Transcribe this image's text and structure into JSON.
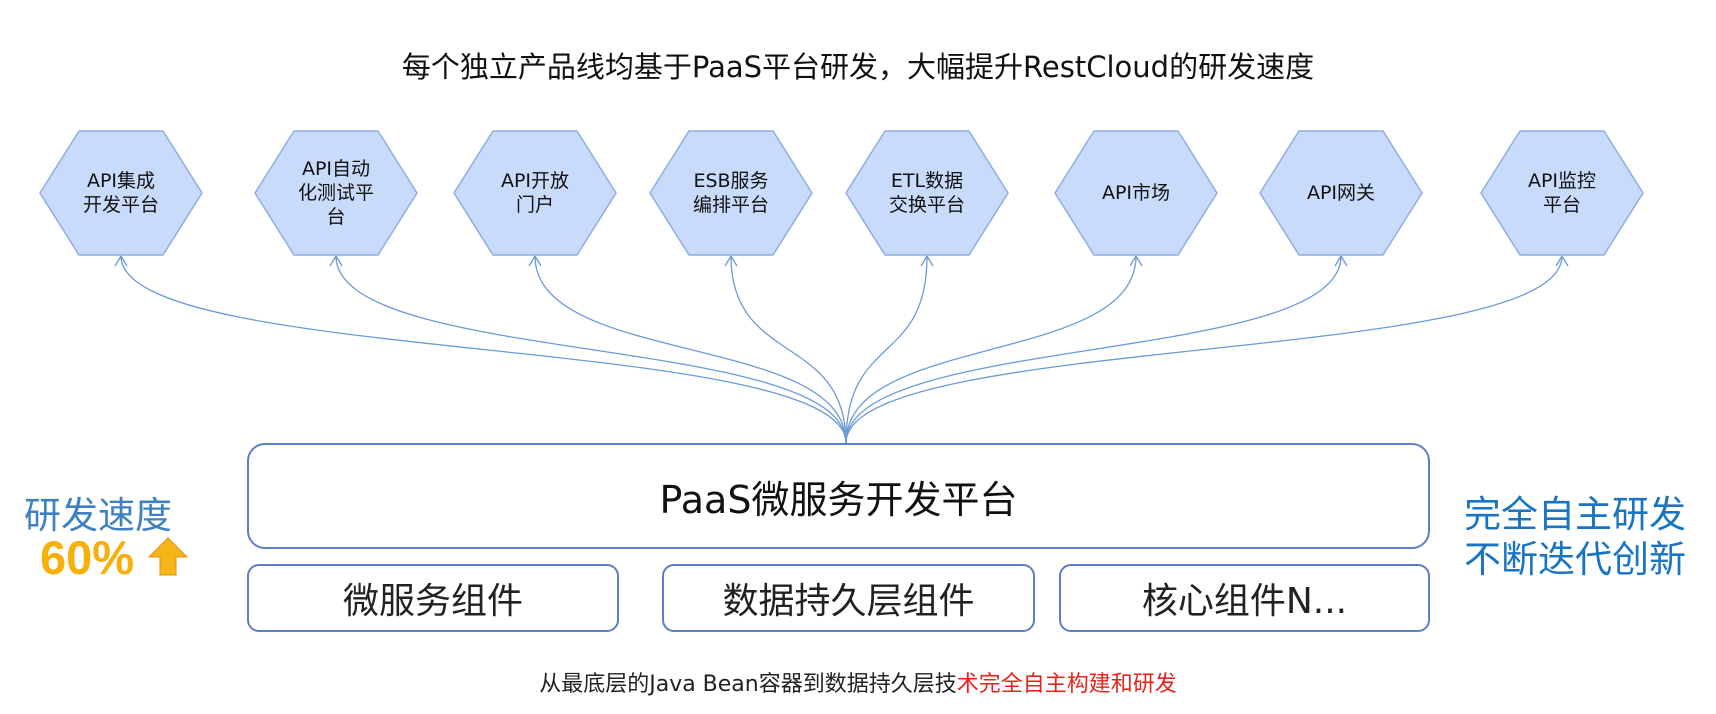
{
  "title": "每个独立产品线均基于PaaS平台研发，大幅提升RestCloud的研发速度",
  "products": [
    {
      "label": "API集成开发平台"
    },
    {
      "label": "API自动化测试平台"
    },
    {
      "label": "API开放门户"
    },
    {
      "label": "ESB服务编排平台"
    },
    {
      "label": "ETL数据交换平台"
    },
    {
      "label": "API市场"
    },
    {
      "label": "API网关"
    },
    {
      "label": "API监控平台"
    }
  ],
  "platform": {
    "label": "PaaS微服务开发平台"
  },
  "components": [
    {
      "label": "微服务组件"
    },
    {
      "label": "数据持久层组件"
    },
    {
      "label": "核心组件N..."
    }
  ],
  "speed": {
    "label": "研发速度",
    "value": "60%",
    "arrow_icon": "up-arrow-icon"
  },
  "right_note": {
    "line1": "完全自主研发",
    "line2": "不断迭代创新"
  },
  "footer": {
    "normal": "从最底层的Java Bean容器到数据持久层技",
    "highlight": "术完全自主构建和研发"
  },
  "colors": {
    "hex_fill": "#c9dbfa",
    "hex_stroke": "#8eaee0",
    "box_stroke": "#5b7fc6",
    "connector": "#6c9ad6",
    "speed_label": "#3d80c4",
    "speed_value": "#f5b10a",
    "right_note": "#1a74c4",
    "footer_highlight": "#e8231c"
  }
}
